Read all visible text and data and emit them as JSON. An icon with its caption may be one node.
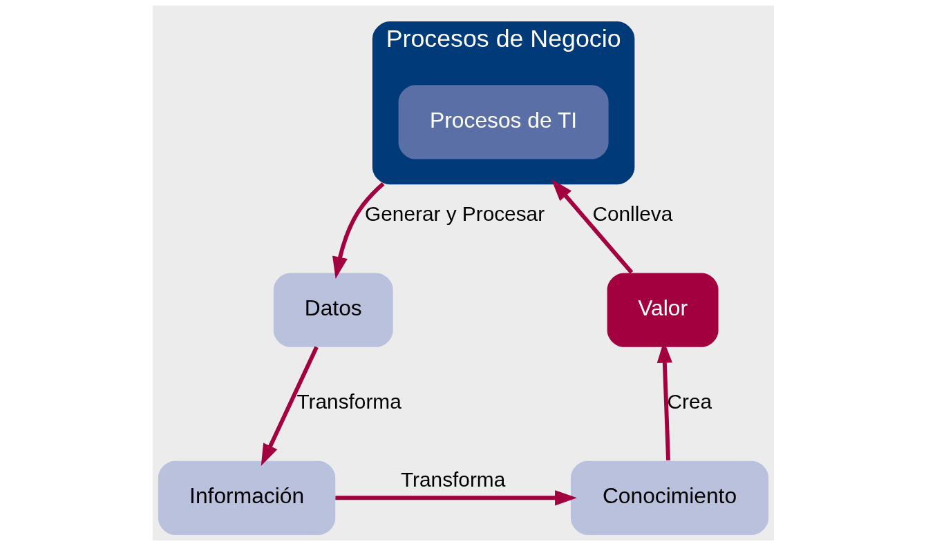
{
  "diagram": {
    "nodes": [
      {
        "text": [
          "Procesos de Negocio"
        ]
      },
      {
        "text": [
          "Procesos de TI"
        ],
        "in": 0
      },
      {
        "text": [
          "Datos"
        ]
      },
      {
        "text": [
          "Información"
        ]
      },
      {
        "text": [
          "Conocimiento"
        ]
      },
      {
        "text": [
          "Valor"
        ]
      }
    ],
    "edges": [
      {
        "from": 0,
        "to": 2,
        "arrow": "to",
        "label": "Generar y Procesar"
      },
      {
        "from": 2,
        "to": 3,
        "arrow": "to",
        "label": "Transforma"
      },
      {
        "from": 3,
        "to": 4,
        "arrow": "to",
        "label": "Transforma"
      },
      {
        "from": 4,
        "to": 5,
        "arrow": "to",
        "label": "Crea"
      },
      {
        "from": 5,
        "to": 0,
        "arrow": "to",
        "label": "Conlleva"
      }
    ]
  }
}
